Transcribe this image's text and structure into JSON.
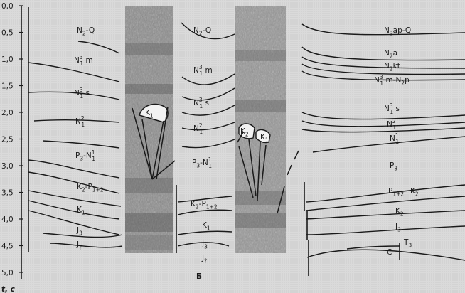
{
  "axis": {
    "label": "t, c",
    "ticks": [
      "0,0",
      "0,5",
      "1,0",
      "1,5",
      "2,0",
      "2,5",
      "3,0",
      "3,5",
      "4,0",
      "4,5",
      "5,0"
    ]
  },
  "panel_label": "Б",
  "sections": {
    "left": {
      "labels": [
        {
          "base": "N",
          "sub": "2",
          "rest": "-Q"
        },
        {
          "base": "N",
          "sub": "1",
          "sup": "3",
          "rest": " m"
        },
        {
          "base": "N",
          "sub": "1",
          "sup": "3",
          "rest": " s"
        },
        {
          "base": "N",
          "sub": "1",
          "sup": "2",
          "rest": ""
        },
        {
          "base": "P",
          "sub": "3",
          "rest": "-N",
          "sub2": "1",
          "sup2": "1"
        },
        {
          "base": "K",
          "sub": "2",
          "rest": "-P",
          "sub2": "1+2"
        },
        {
          "base": "K",
          "sub": "1",
          "rest": ""
        },
        {
          "base": "J",
          "sub": "3",
          "rest": ""
        },
        {
          "base": "J",
          "sub": "?",
          "rest": ""
        }
      ],
      "bodies": [
        {
          "base": "K",
          "sub": "1"
        }
      ]
    },
    "middle": {
      "labels": [
        {
          "base": "N",
          "sub": "2",
          "rest": "-Q"
        },
        {
          "base": "N",
          "sub": "1",
          "sup": "3",
          "rest": " m"
        },
        {
          "base": "N",
          "sub": "1",
          "sup": "3",
          "rest": " s"
        },
        {
          "base": "N",
          "sub": "1",
          "sup": "2",
          "rest": ""
        },
        {
          "base": "P",
          "sub": "3",
          "rest": "-N",
          "sub2": "1",
          "sup2": "1"
        },
        {
          "base": "K",
          "sub": "2",
          "rest": "-P",
          "sub2": "1+2"
        },
        {
          "base": "K",
          "sub": "1",
          "rest": ""
        },
        {
          "base": "J",
          "sub": "3",
          "rest": ""
        },
        {
          "base": "J",
          "sub": "?",
          "rest": ""
        }
      ],
      "bodies": [
        {
          "base": "K",
          "sub": "2"
        },
        {
          "base": "K",
          "sub": "1"
        }
      ]
    },
    "right": {
      "labels": [
        {
          "base": "N",
          "sub": "2",
          "rest": "ap-Q"
        },
        {
          "base": "N",
          "sub": "2",
          "rest": "a"
        },
        {
          "base": "N",
          "sub": "2",
          "rest": "kt"
        },
        {
          "base": "N",
          "sub": "1",
          "sup": "3",
          "rest": " m-N",
          "sub2": "2",
          "rest2": "p"
        },
        {
          "base": "N",
          "sub": "1",
          "sup": "3",
          "rest": " s"
        },
        {
          "base": "N",
          "sub": "1",
          "sup": "2",
          "rest": ""
        },
        {
          "base": "N",
          "sub": "1",
          "sup": "1",
          "rest": ""
        },
        {
          "base": "P",
          "sub": "3",
          "rest": ""
        },
        {
          "base": "P",
          "sub": "1+2",
          "rest": "+K",
          "sub2": "2"
        },
        {
          "base": "K",
          "sub": "2",
          "rest": ""
        },
        {
          "base": "J",
          "sub": "3",
          "rest": ""
        },
        {
          "base": "C",
          "rest": ""
        },
        {
          "base": "T",
          "sub": "3",
          "rest": ""
        }
      ]
    }
  }
}
